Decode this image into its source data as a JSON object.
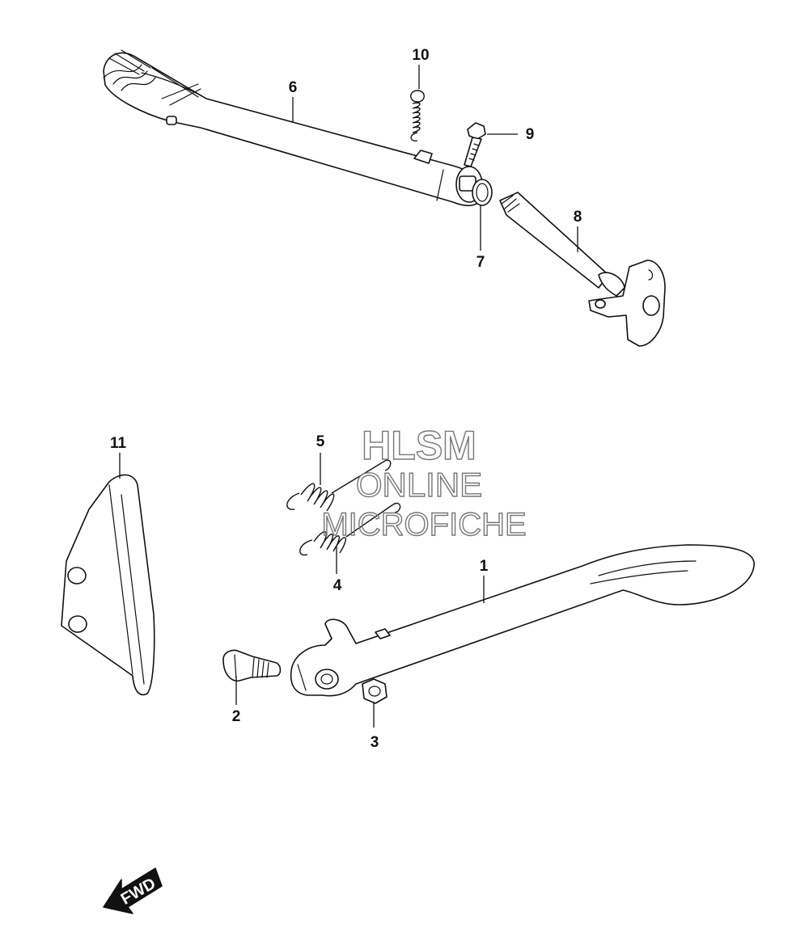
{
  "diagram": {
    "callouts": [
      {
        "id": "1",
        "label": "1"
      },
      {
        "id": "2",
        "label": "2"
      },
      {
        "id": "3",
        "label": "3"
      },
      {
        "id": "4",
        "label": "4"
      },
      {
        "id": "5",
        "label": "5"
      },
      {
        "id": "6",
        "label": "6"
      },
      {
        "id": "7",
        "label": "7"
      },
      {
        "id": "8",
        "label": "8"
      },
      {
        "id": "9",
        "label": "9"
      },
      {
        "id": "10",
        "label": "10"
      },
      {
        "id": "11",
        "label": "11"
      }
    ],
    "watermark": {
      "line1": "HLSM",
      "line2": "ONLINE",
      "line3": "MICROFICHE"
    },
    "direction_arrow": {
      "label": "FWD",
      "icon": "fwd-arrow-icon"
    },
    "colors": {
      "line": "#111111",
      "watermark": "#777777",
      "background": "#ffffff"
    }
  }
}
